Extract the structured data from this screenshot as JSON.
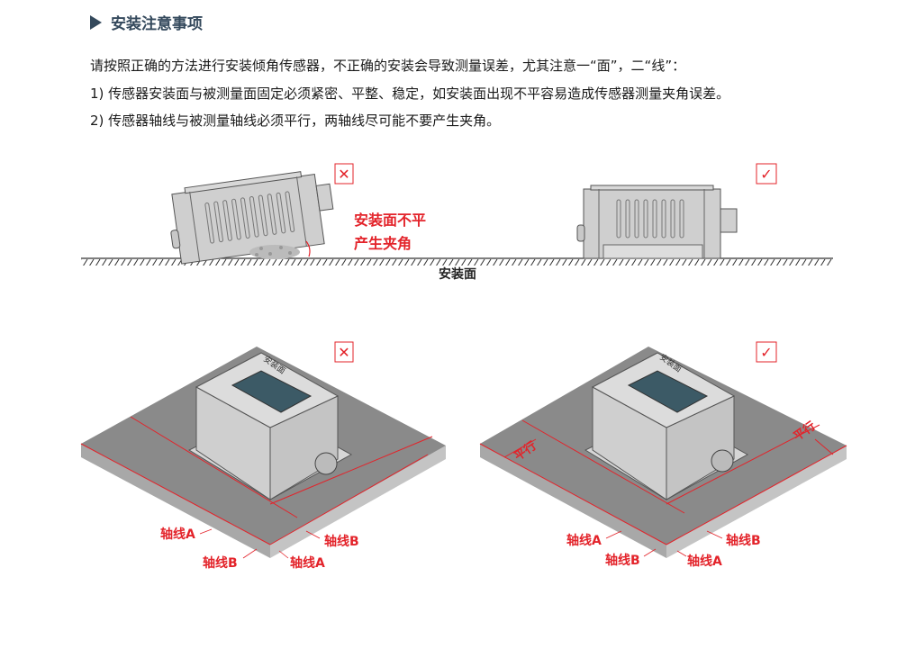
{
  "section": {
    "title": "安装注意事项",
    "icon": "triangle-right-icon"
  },
  "paragraphs": [
    "请按照正确的方法进行安装倾角传感器，不正确的安装会导致测量误差，尤其注意一“面”，二“线”：",
    "1) 传感器安装面与被测量面固定必须紧密、平整、稳定，如安装面出现不平容易造成传感器测量夹角误差。",
    "2)   传感器轴线与被测量轴线必须平行，两轴线尽可能不要产生夹角。"
  ],
  "figure_top": {
    "wrong_mark": "✕",
    "right_mark": "✓",
    "warning_line1": "安装面不平",
    "warning_line2": "产生夹角",
    "ground_label": "安装面"
  },
  "figure_bottom": {
    "sensor_face_label": "安装面",
    "left": {
      "mark": "✕",
      "labels": [
        "轴线A",
        "轴线B",
        "轴线B",
        "轴线A"
      ]
    },
    "right": {
      "mark": "✓",
      "parallel": "平行",
      "labels": [
        "轴线A",
        "轴线B",
        "轴线B",
        "轴线A"
      ]
    }
  },
  "colors": {
    "accent": "#e3232a",
    "title": "#34495c",
    "plate": "#8a8a8a"
  }
}
